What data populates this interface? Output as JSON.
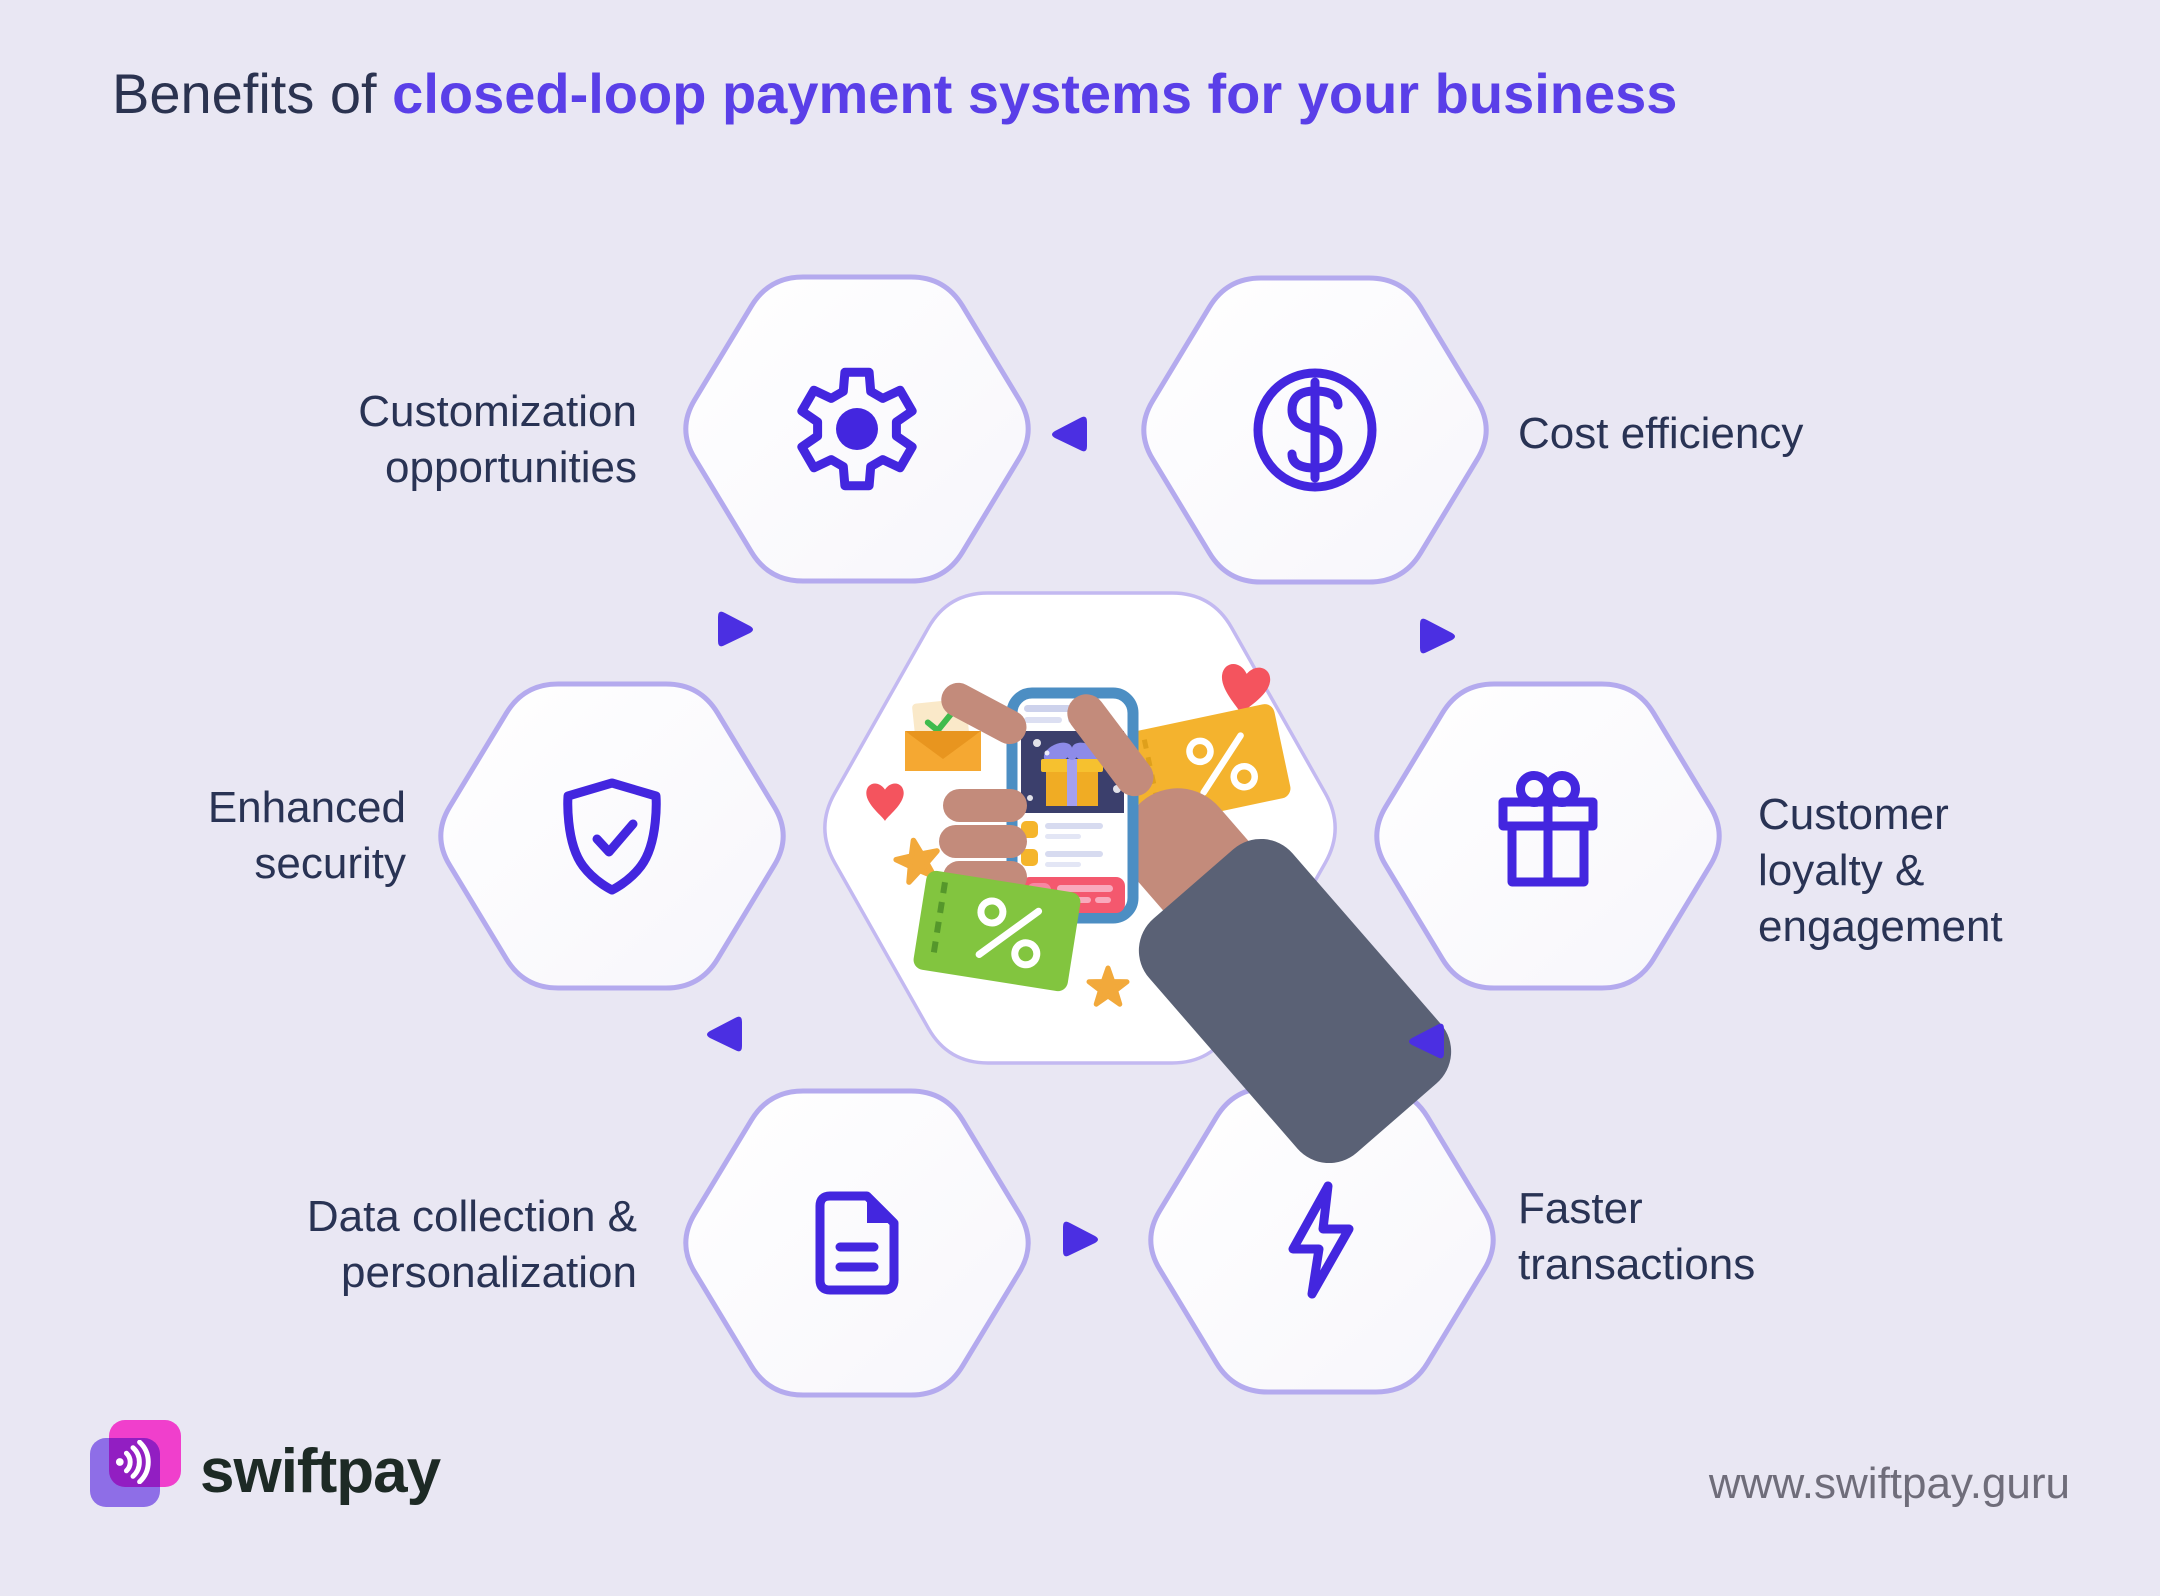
{
  "title": {
    "prefix": "Benefits of ",
    "highlight": "closed-loop payment systems for your business"
  },
  "benefits": [
    {
      "name": "Customization opportunities",
      "lines": [
        "Customization",
        "opportunities"
      ],
      "icon": "gear-icon"
    },
    {
      "name": "Cost efficiency",
      "lines": [
        "Cost efficiency"
      ],
      "icon": "dollar-coin-icon"
    },
    {
      "name": "Enhanced security",
      "lines": [
        "Enhanced",
        "security"
      ],
      "icon": "shield-check-icon"
    },
    {
      "name": "Customer loyalty & engagement",
      "lines": [
        "Customer",
        "loyalty &",
        "engagement"
      ],
      "icon": "gift-icon"
    },
    {
      "name": "Data collection & personalization",
      "lines": [
        "Data collection &",
        "personalization"
      ],
      "icon": "document-icon"
    },
    {
      "name": "Faster transactions",
      "lines": [
        "Faster",
        "transactions"
      ],
      "icon": "lightning-icon"
    }
  ],
  "center_illustration": {
    "description": "hand holding smartphone with gift reward app",
    "icons": [
      "smartphone",
      "gift-box",
      "discount-coupon-yellow",
      "discount-coupon-green",
      "envelope-check",
      "heart",
      "star"
    ]
  },
  "flow_arrow_icon": "play-triangle",
  "footer": {
    "brand": "swiftpay",
    "logo_icon": "contactless-wave-icon",
    "website": "www.swiftpay.guru"
  },
  "colors": {
    "background": "#E9E7F3",
    "title_highlight": "#5A3FE8",
    "icon_purple": "#4326DF",
    "hex_border": "#B4AAEE",
    "arrow_purple": "#4B2FE2",
    "text_dark": "#293354",
    "muted_gray": "#6F6D7A",
    "logo_pink": "#F03FCC",
    "logo_purple": "#9B79F3",
    "brand_text": "#1D2A25"
  }
}
